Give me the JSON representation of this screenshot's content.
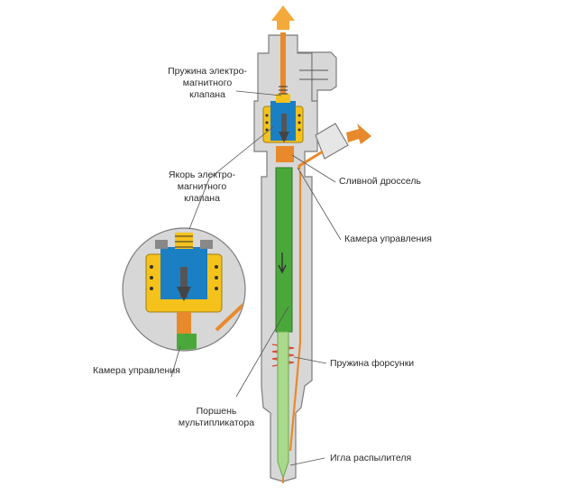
{
  "labels": {
    "solenoid_spring": "Пружина электро-\nмагнитного\nклапана",
    "solenoid_armature": "Якорь электро-\nмагнитного\nклапана",
    "drain_throttle": "Сливной дроссель",
    "control_chamber_main": "Камера управления",
    "injector_spring": "Пружина форсунки",
    "control_chamber_inset": "Камера управления",
    "multiplier_piston": "Поршень\nмультипликатора",
    "nozzle_needle": "Игла распылителя"
  },
  "colors": {
    "body": "#d7d7d7",
    "outline": "#7d7d7d",
    "fuel_orange": "#e8892b",
    "piston_green": "#4aa83b",
    "needle_green": "#a9d98a",
    "coil_yellow": "#f4c21b",
    "armature_blue": "#1b7fc4",
    "arrow_dark": "#4a4a4a"
  },
  "icons": {
    "return_arrow": "up-arrow-icon",
    "inlet_arrow": "right-arrow-icon"
  }
}
